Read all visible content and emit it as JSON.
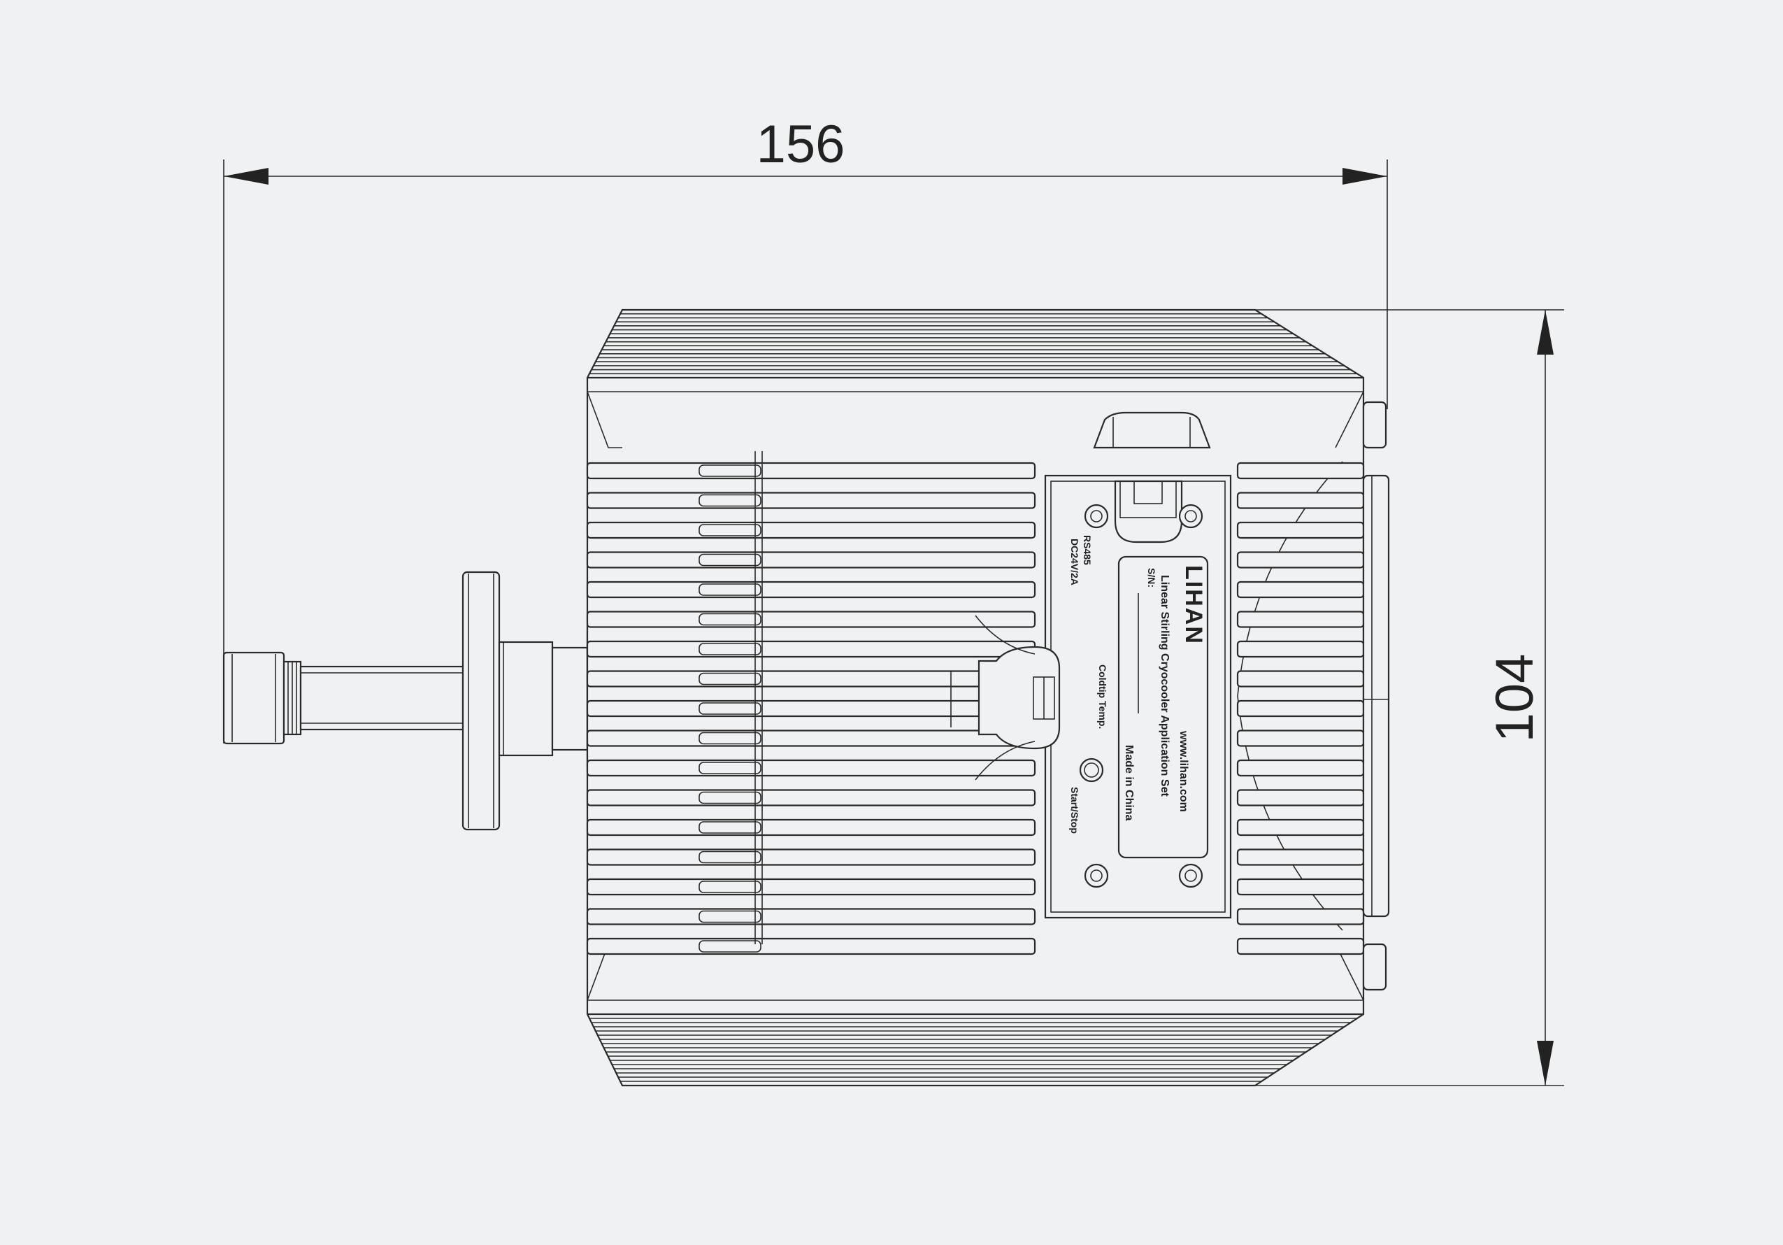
{
  "dimensions": {
    "width_label": "156",
    "height_label": "104"
  },
  "nameplate": {
    "brand": "LIHAN",
    "product": "Linear Stirling Cryocooler  Application Set",
    "sn_label": "S/N:",
    "website": "www.lihan.com",
    "origin": "Made in China"
  },
  "panel": {
    "power_label": "DC24V/2A",
    "comm_label": "RS485",
    "coldtip_label": "Coldtip Temp.",
    "button_label": "Start/Stop"
  },
  "colors": {
    "background": "#eff1f3",
    "line": "#2a2a2a"
  }
}
